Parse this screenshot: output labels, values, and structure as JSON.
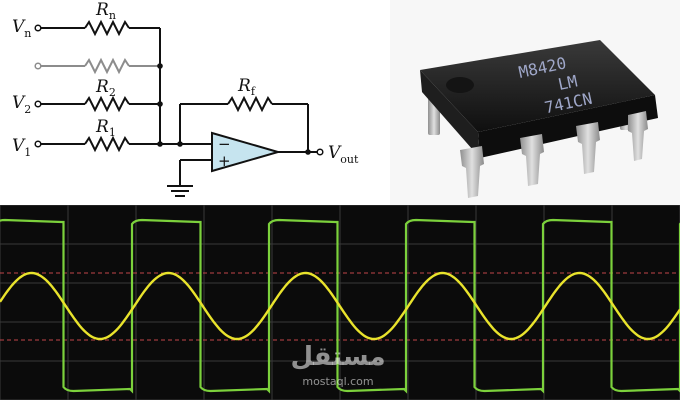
{
  "schematic": {
    "inputs": [
      {
        "base": "V",
        "sub": "n"
      },
      {
        "base": "V",
        "sub": "2"
      },
      {
        "base": "V",
        "sub": "1"
      }
    ],
    "resistors": [
      {
        "base": "R",
        "sub": "n"
      },
      {
        "base": "R",
        "sub": "2"
      },
      {
        "base": "R",
        "sub": "1"
      }
    ],
    "feedback": {
      "base": "R",
      "sub": "f"
    },
    "output": {
      "base": "V",
      "sub": "out"
    },
    "opamp_minus": "−",
    "opamp_plus": "+",
    "colors": {
      "wire": "#111111",
      "faded": "#8c8c8c",
      "opamp_fill": "#c6e4ef"
    }
  },
  "chip": {
    "marking_line1": "M8420",
    "marking_line2": "LM",
    "marking_line3": "741CN",
    "colors": {
      "body": "#1c1c1c",
      "pins": "#b8b8b8",
      "marking": "#9fa7c9"
    }
  },
  "scope": {
    "watermark_ar": "مستقل",
    "watermark_en": "mostaql.com",
    "colors": {
      "grid": "#3a3a3a",
      "square": "#7cd13c",
      "sine": "#e9e32c",
      "ref": "#c2444a"
    }
  }
}
